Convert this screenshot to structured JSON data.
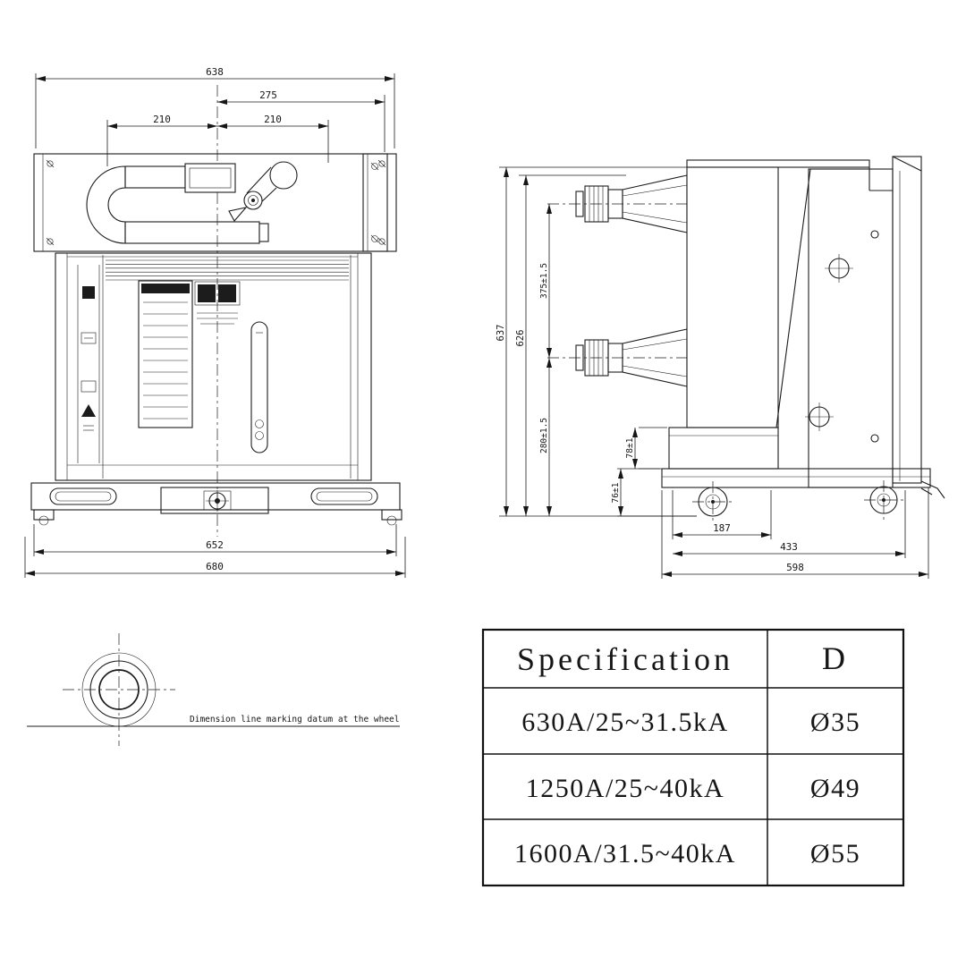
{
  "colors": {
    "line": "#1c1c1c",
    "background": "#ffffff"
  },
  "front_view": {
    "dims": {
      "overall_width": "638",
      "handle_offset": "275",
      "pitch_left": "210",
      "pitch_right": "210",
      "base_inner": "652",
      "base_outer": "680"
    }
  },
  "side_view": {
    "dims": {
      "overall_height": "637",
      "body_height": "626",
      "pole_pitch": "375±1.5",
      "lower_section": "280±1.5",
      "box_height": "78±1",
      "wheel_height": "76±1",
      "wheel_offset": "187",
      "depth_inner": "433",
      "depth_overall": "598"
    }
  },
  "wheel_detail": {
    "note": "Dimension line marking datum at the wheel"
  },
  "spec_table": {
    "header": {
      "col1": "Specification",
      "col2": "D"
    },
    "rows": [
      {
        "spec": "630A/25~31.5kA",
        "d": "Ø35"
      },
      {
        "spec": "1250A/25~40kA",
        "d": "Ø49"
      },
      {
        "spec": "1600A/31.5~40kA",
        "d": "Ø55"
      }
    ]
  }
}
